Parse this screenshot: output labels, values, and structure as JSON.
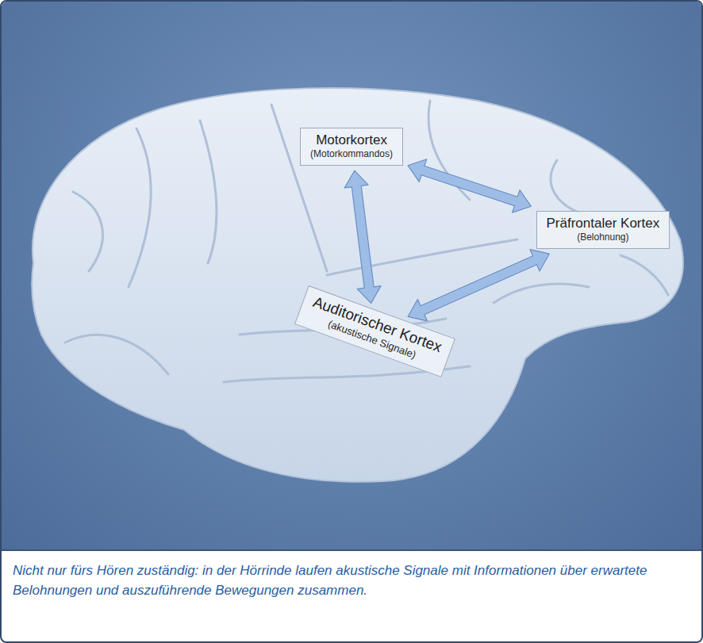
{
  "diagram": {
    "caption": "Nicht nur fürs Hören zuständig: in der Hörrinde laufen akustische Signale mit Informationen über erwartete Belohnungen und auszuführende Bewegungen zusammen.",
    "nodes": [
      {
        "text": [
          "Motorkortex",
          "(Motorkommandos)"
        ]
      },
      {
        "text": [
          "Präfrontaler Kortex",
          "(Belohnung)"
        ]
      },
      {
        "text": [
          "Auditorischer Kortex",
          "(akustische Signale)"
        ]
      }
    ],
    "edges": [
      {
        "from": 0,
        "to": 2,
        "arrow": "both"
      },
      {
        "from": 0,
        "to": 1,
        "arrow": "both"
      },
      {
        "from": 2,
        "to": 1,
        "arrow": "both"
      }
    ]
  }
}
